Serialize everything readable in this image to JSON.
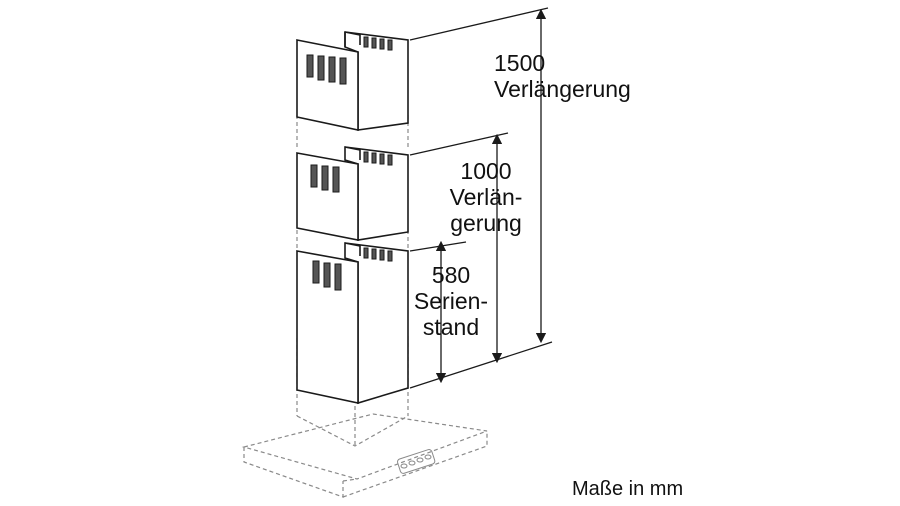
{
  "labels": {
    "ext1500": {
      "value": "1500",
      "text": "Verlängerung"
    },
    "ext1000": {
      "value": "1000",
      "line1": "Verlän-",
      "line2": "gerung"
    },
    "std580": {
      "value": "580",
      "line1": "Serien-",
      "line2": "stand"
    }
  },
  "caption": "Maße in mm",
  "colors": {
    "line": "#1a1a1a",
    "dashed": "#8a8a8a",
    "background": "#ffffff"
  }
}
